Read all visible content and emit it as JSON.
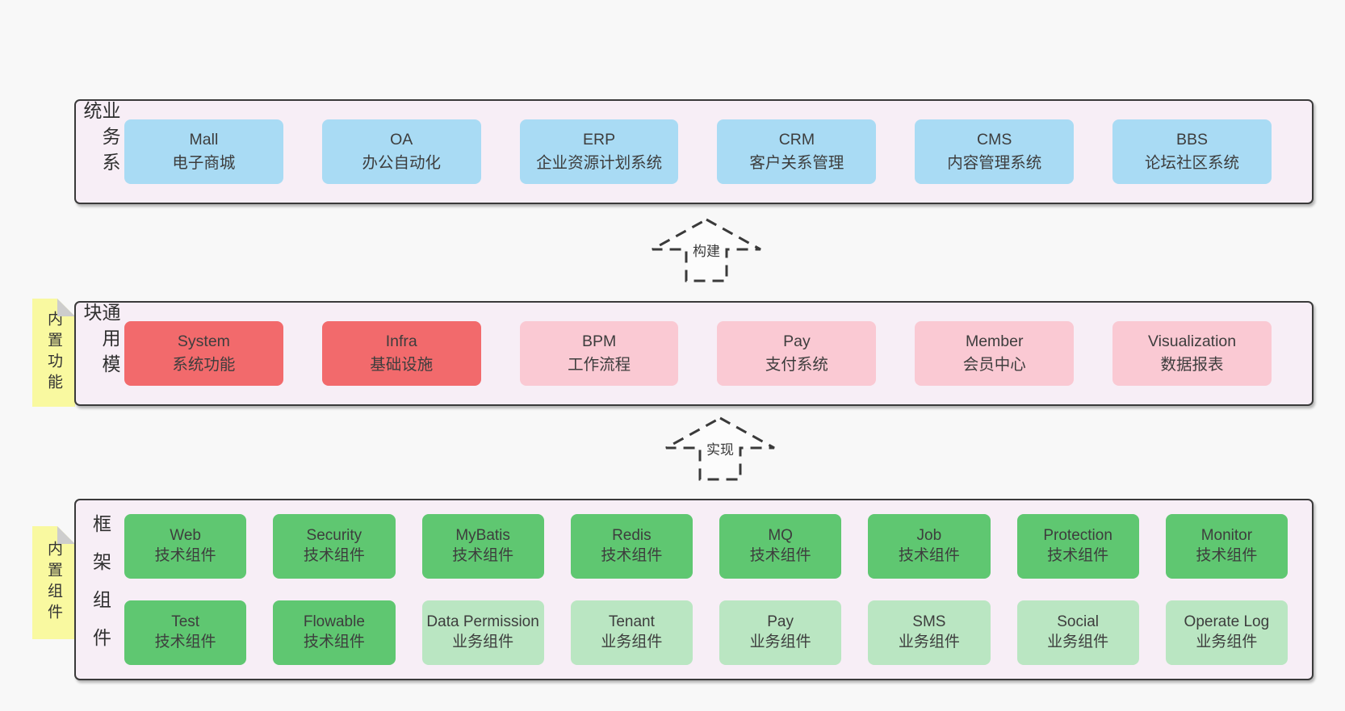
{
  "colors": {
    "page_bg": "#f8f8f8",
    "band_bg": "#f7eef6",
    "band_border": "#3a3a3a",
    "box_text": "#3d3d3d",
    "blue": "#a9dbf4",
    "red": "#f26a6c",
    "pink": "#fac9d3",
    "green_dark": "#5fc771",
    "green_light": "#bae6c2",
    "yellow": "#f9f9a0",
    "fold_gray": "#cdcdcd",
    "arrow_stroke": "#3a3a3a",
    "arrow_fill": "#fcfcfc"
  },
  "arrows": [
    {
      "label": "构建"
    },
    {
      "label": "实现"
    }
  ],
  "bands": [
    {
      "label": "业务系统",
      "boxes": [
        {
          "en": "Mall",
          "zh": "电子商城"
        },
        {
          "en": "OA",
          "zh": "办公自动化"
        },
        {
          "en": "ERP",
          "zh": "企业资源计划系统"
        },
        {
          "en": "CRM",
          "zh": "客户关系管理"
        },
        {
          "en": "CMS",
          "zh": "内容管理系统"
        },
        {
          "en": "BBS",
          "zh": "论坛社区系统"
        }
      ]
    },
    {
      "label": "通用模块",
      "tag": "内置功能",
      "boxes": [
        {
          "en": "System",
          "zh": "系统功能"
        },
        {
          "en": "Infra",
          "zh": "基础设施"
        },
        {
          "en": "BPM",
          "zh": "工作流程"
        },
        {
          "en": "Pay",
          "zh": "支付系统"
        },
        {
          "en": "Member",
          "zh": "会员中心"
        },
        {
          "en": "Visualization",
          "zh": "数据报表"
        }
      ]
    },
    {
      "label": "框架组件",
      "tag": "内置组件",
      "rows": [
        [
          {
            "en": "Web",
            "zh": "技术组件"
          },
          {
            "en": "Security",
            "zh": "技术组件"
          },
          {
            "en": "MyBatis",
            "zh": "技术组件"
          },
          {
            "en": "Redis",
            "zh": "技术组件"
          },
          {
            "en": "MQ",
            "zh": "技术组件"
          },
          {
            "en": "Job",
            "zh": "技术组件"
          },
          {
            "en": "Protection",
            "zh": "技术组件"
          },
          {
            "en": "Monitor",
            "zh": "技术组件"
          }
        ],
        [
          {
            "en": "Test",
            "zh": "技术组件"
          },
          {
            "en": "Flowable",
            "zh": "技术组件"
          },
          {
            "en": "Data Permission",
            "zh": "业务组件"
          },
          {
            "en": "Tenant",
            "zh": "业务组件"
          },
          {
            "en": "Pay",
            "zh": "业务组件"
          },
          {
            "en": "SMS",
            "zh": "业务组件"
          },
          {
            "en": "Social",
            "zh": "业务组件"
          },
          {
            "en": "Operate Log",
            "zh": "业务组件"
          }
        ]
      ]
    }
  ]
}
